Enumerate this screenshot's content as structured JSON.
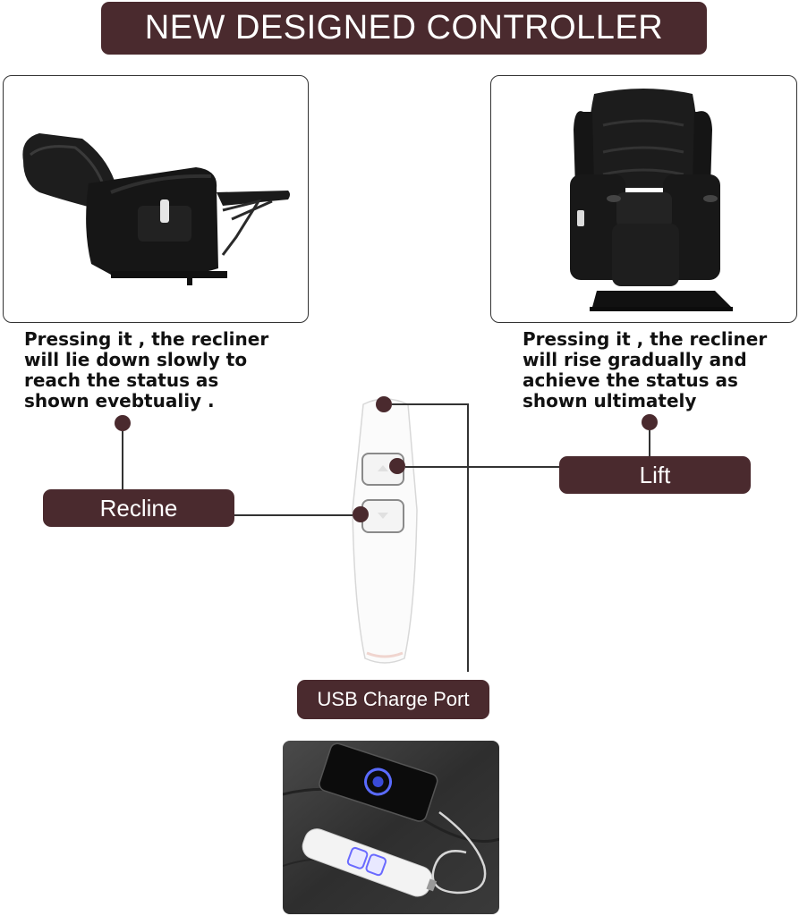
{
  "header": {
    "title": "NEW DESIGNED CONTROLLER"
  },
  "left_panel": {
    "caption": "Pressing it , the recliner\nwill lie down slowly to\nreach the status as\nshown evebtualiy .",
    "image": "reclined-leather-recliner-chair"
  },
  "right_panel": {
    "caption": "Pressing it , the recliner\nwill rise gradually and\nachieve the status as\nshown ultimately",
    "image": "lifted-leather-recliner-chair"
  },
  "labels": {
    "recline": "Recline",
    "lift": "Lift",
    "usb": "USB Charge Port"
  },
  "bottom_photo": {
    "image": "remote-charging-phone-photo"
  },
  "colors": {
    "accent": "#4a2a2e",
    "line": "#333333",
    "background": "#ffffff"
  }
}
